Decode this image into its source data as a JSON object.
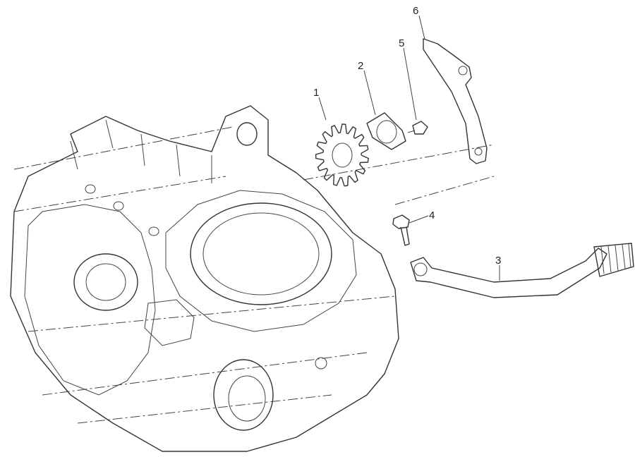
{
  "diagram": {
    "callouts": [
      {
        "id": "1",
        "part": "sprocket"
      },
      {
        "id": "2",
        "part": "retainer-plate"
      },
      {
        "id": "3",
        "part": "gear-shift-lever"
      },
      {
        "id": "4",
        "part": "lever-bolt"
      },
      {
        "id": "5",
        "part": "plate-bolt"
      },
      {
        "id": "6",
        "part": "sprocket-cover"
      }
    ]
  }
}
